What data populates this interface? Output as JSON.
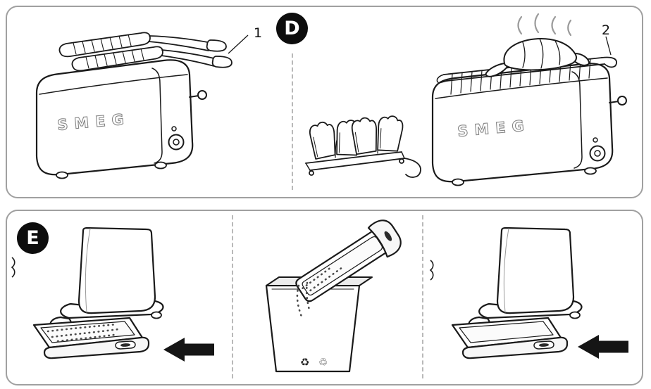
{
  "panel_d": {
    "badge": "D",
    "brand": "SMEG",
    "callout_1": "1",
    "callout_2": "2"
  },
  "panel_e": {
    "badge": "E",
    "recycle_symbols": [
      "♻",
      "♲"
    ]
  },
  "colors": {
    "panel_border": "#a0a0a0",
    "dashed_divider": "#b9b9b9",
    "badge_bg": "#0d0d0d",
    "badge_text": "#ffffff",
    "line_art": "#1a1a1a",
    "steam": "#9a9a9a",
    "arrow": "#151515",
    "bin_inner": "#ececec"
  }
}
